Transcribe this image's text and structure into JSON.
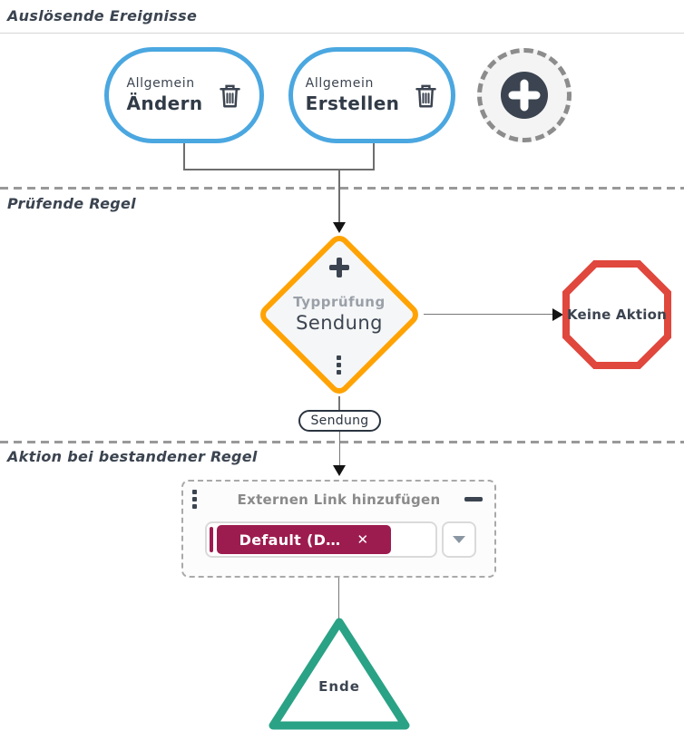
{
  "sections": {
    "events_title": "Auslösende Ereignisse",
    "rule_title": "Prüfende Regel",
    "action_title": "Aktion bei bestandener Regel"
  },
  "events": {
    "nodes": [
      {
        "category": "Allgemein",
        "name": "Ändern"
      },
      {
        "category": "Allgemein",
        "name": "Erstellen"
      }
    ]
  },
  "rule": {
    "category": "Typprüfung",
    "name": "Sendung",
    "pass_label": "Sendung",
    "fail_label": "Keine Aktion"
  },
  "action": {
    "title": "Externen Link hinzufügen",
    "tag_label": "Default (D…",
    "tag_remove": "✕"
  },
  "end_label": "Ende",
  "colors": {
    "event_border_blue": "#4BA7E0",
    "rule_border_orange": "#FFA304",
    "fail_border_red": "#E0473D",
    "end_border_green": "#2AA285",
    "tag_maroon": "#9D1C4F",
    "text_dark": "#3B4450",
    "text_gray": "#8A8A8A"
  }
}
